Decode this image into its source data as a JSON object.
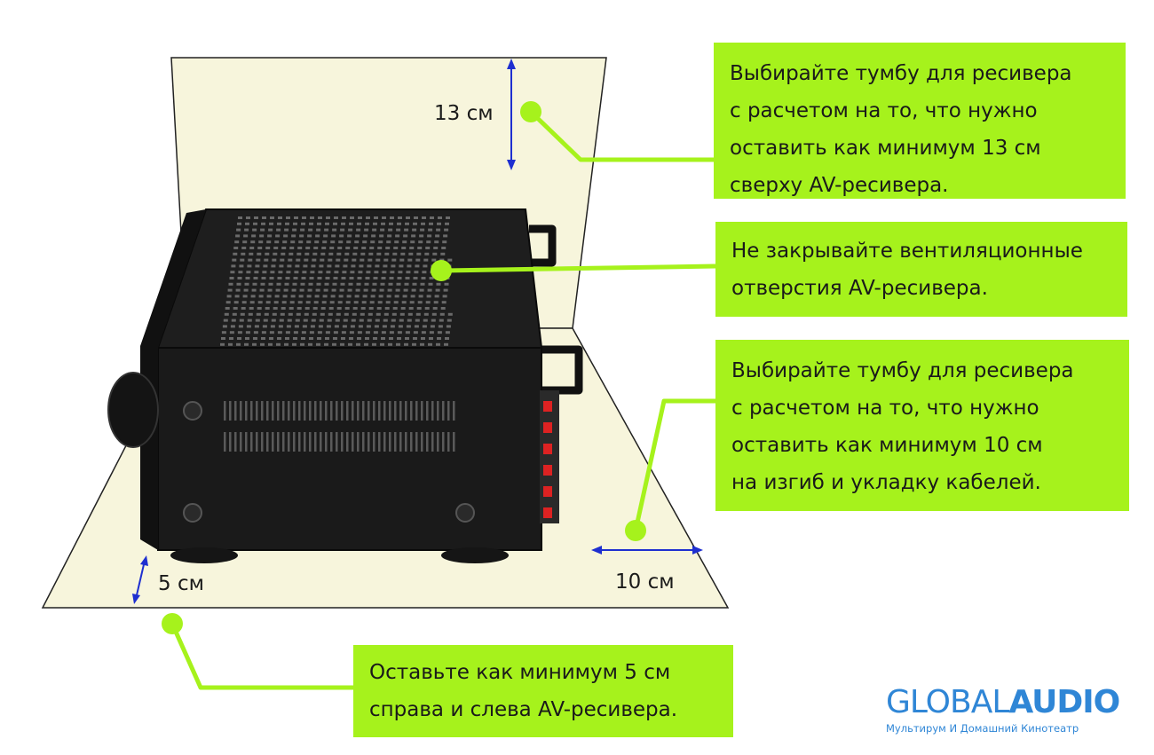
{
  "callouts": {
    "top": "Выбирайте тумбу для ресивера\nс расчетом на то, что нужно\nоставить как минимум 13 см\nсверху AV-ресивера.",
    "vents": "Не закрывайте вентиляционные\nотверстия AV-ресивера.",
    "back": "Выбирайте тумбу для ресивера\nс расчетом на то, что нужно\nоставить как минимум 10 см\nна изгиб и укладку кабелей.",
    "sides": "Оставьте как минимум 5 см\nсправа и слева AV-ресивера."
  },
  "dimensions": {
    "top": "13 см",
    "side": "5 см",
    "back": "10 см"
  },
  "logo": {
    "part1": "GLOBAL",
    "part2": "AUDIO",
    "tagline": "Мультирум И Домашний Кинотеатр"
  },
  "colors": {
    "callout": "#a6f21c",
    "surface": "#f7f5dc",
    "arrow": "#1e2fd0",
    "logo": "#2f86d6",
    "device": "#1c1c1c"
  },
  "icons": {
    "leader_dot": "green-circle"
  }
}
